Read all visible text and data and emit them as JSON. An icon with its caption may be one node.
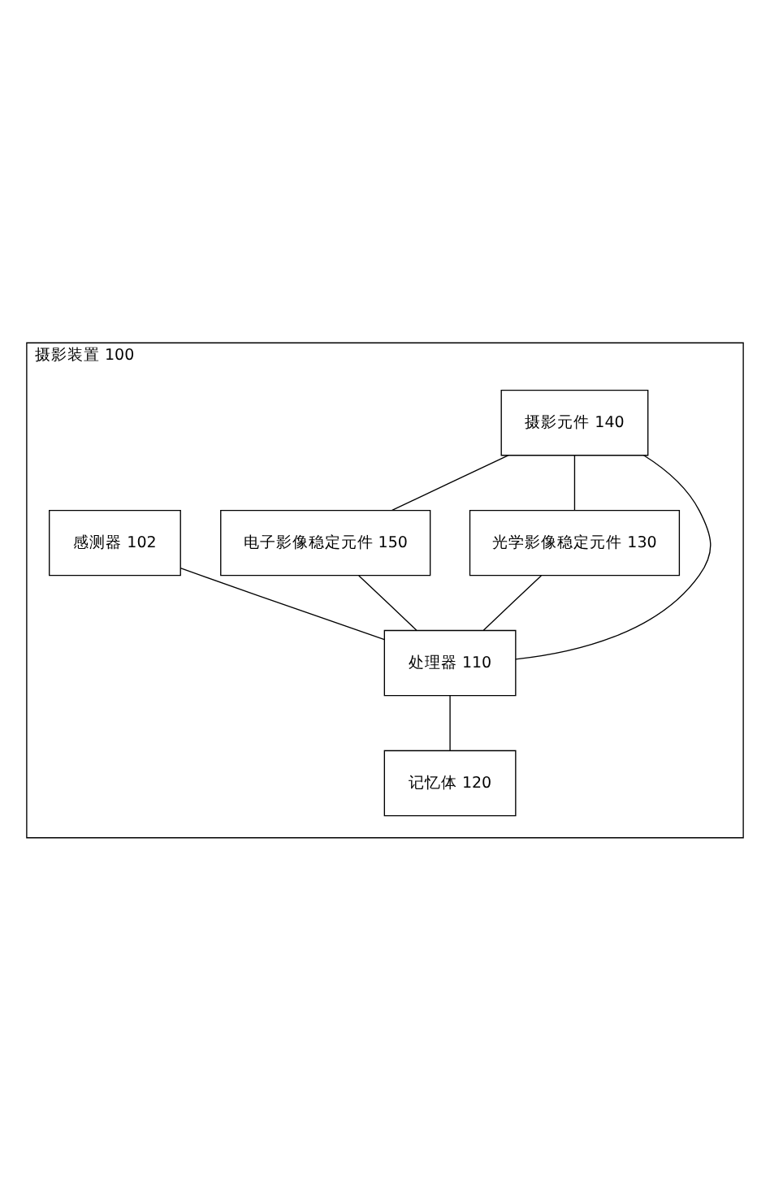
{
  "diagram": {
    "nodes": [
      {
        "text": [
          "摄影装置 100"
        ]
      },
      {
        "text": [
          "摄影元件 140"
        ],
        "in": 0
      },
      {
        "text": [
          "电子影像稳定元件 150"
        ],
        "in": 0
      },
      {
        "text": [
          "光学影像稳定元件 130"
        ],
        "in": 0
      },
      {
        "text": [
          "处理器 110"
        ],
        "in": 0
      },
      {
        "text": [
          "感测器 102"
        ],
        "in": 0
      },
      {
        "text": [
          "记忆体 120"
        ],
        "in": 0
      }
    ],
    "edges": [
      {
        "from": 1,
        "to": 2,
        "arrow": "none"
      },
      {
        "from": 1,
        "to": 3,
        "arrow": "none"
      },
      {
        "from": 1,
        "to": 4,
        "arrow": "none"
      },
      {
        "from": 2,
        "to": 4,
        "arrow": "none"
      },
      {
        "from": 3,
        "to": 4,
        "arrow": "none"
      },
      {
        "from": 5,
        "to": 4,
        "arrow": "none"
      },
      {
        "from": 4,
        "to": 6,
        "arrow": "none"
      }
    ]
  }
}
